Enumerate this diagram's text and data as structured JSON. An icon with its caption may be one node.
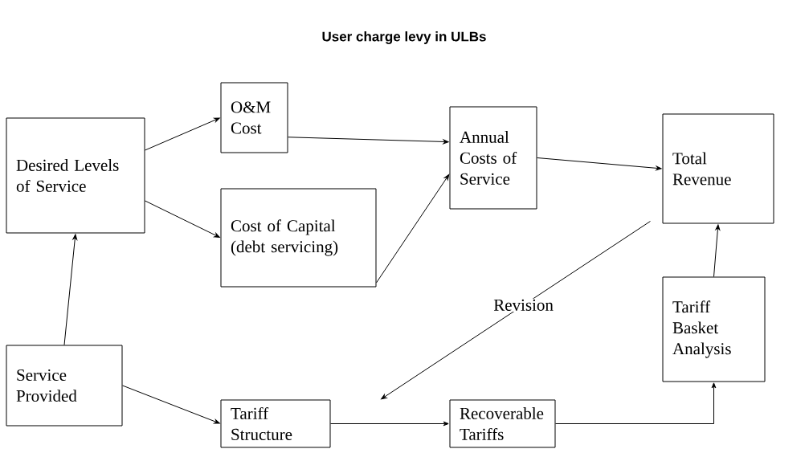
{
  "diagram": {
    "title": "User charge levy in ULBs",
    "nodes": [
      {
        "text": [
          "Desired Levels of Service"
        ]
      },
      {
        "text": [
          "O&M Cost"
        ]
      },
      {
        "text": [
          "Cost of Capital (debt servicing)"
        ]
      },
      {
        "text": [
          "Annual Costs of Service"
        ]
      },
      {
        "text": [
          "Total Revenue"
        ]
      },
      {
        "text": [
          "Tariff Basket Analysis"
        ]
      },
      {
        "text": [
          "Service Provided"
        ]
      },
      {
        "text": [
          "Tariff Structure"
        ]
      },
      {
        "text": [
          "Recoverable Tariffs"
        ]
      }
    ],
    "edges": [
      {
        "from": 0,
        "to": 1,
        "arrow": "to"
      },
      {
        "from": 0,
        "to": 2,
        "arrow": "to"
      },
      {
        "from": 1,
        "to": 3,
        "arrow": "to"
      },
      {
        "from": 2,
        "to": 3,
        "arrow": "to"
      },
      {
        "from": 3,
        "to": 4,
        "arrow": "to"
      },
      {
        "from": 6,
        "to": 0,
        "arrow": "to"
      },
      {
        "from": 6,
        "to": 7,
        "arrow": "to"
      },
      {
        "from": 7,
        "to": 8,
        "arrow": "to"
      },
      {
        "from": 8,
        "to": 5,
        "arrow": "to"
      },
      {
        "from": 5,
        "to": 4,
        "arrow": "to"
      },
      {
        "from": 4,
        "to": 7,
        "arrow": "to",
        "label": "Revision"
      }
    ]
  }
}
